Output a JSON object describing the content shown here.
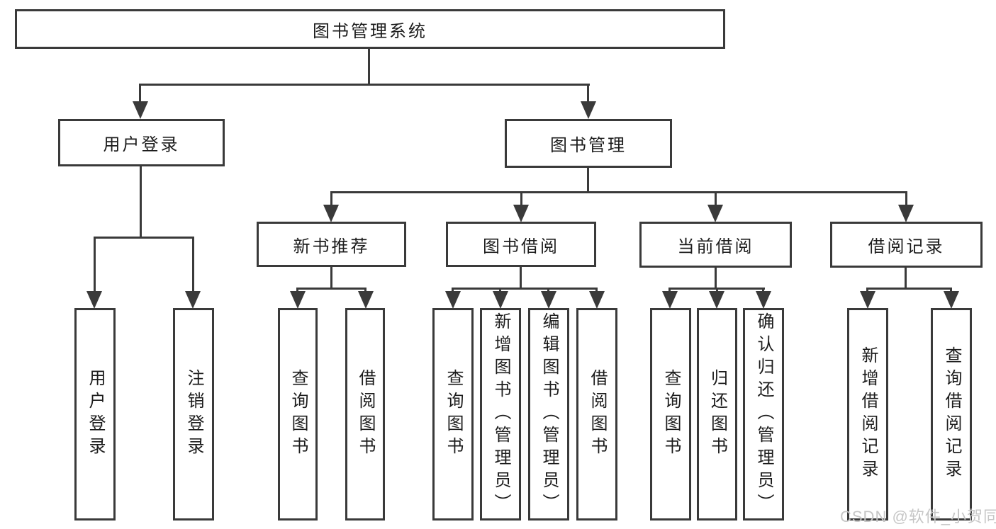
{
  "colors": {
    "line": "#3a3a3a",
    "text": "#1c1c1c",
    "background": "#ffffff",
    "watermark": "#c6c6c6"
  },
  "watermark": "CSDN @软件_小贺同学",
  "tree": {
    "root": {
      "label": "图书管理系统"
    },
    "level2": [
      {
        "label": "用户登录",
        "children": [
          {
            "label": "用户登录"
          },
          {
            "label": "注销登录"
          }
        ]
      },
      {
        "label": "图书管理",
        "children": [
          {
            "label": "新书推荐",
            "children": [
              {
                "label": "查询图书"
              },
              {
                "label": "借阅图书"
              }
            ]
          },
          {
            "label": "图书借阅",
            "children": [
              {
                "label": "查询图书"
              },
              {
                "label": "新增图书（管理员）"
              },
              {
                "label": "编辑图书（管理员）"
              },
              {
                "label": "借阅图书"
              }
            ]
          },
          {
            "label": "当前借阅",
            "children": [
              {
                "label": "查询图书"
              },
              {
                "label": "归还图书"
              },
              {
                "label": "确认归还（管理员）"
              }
            ]
          },
          {
            "label": "借阅记录",
            "children": [
              {
                "label": "新增借阅记录"
              },
              {
                "label": "查询借阅记录"
              }
            ]
          }
        ]
      }
    ]
  }
}
